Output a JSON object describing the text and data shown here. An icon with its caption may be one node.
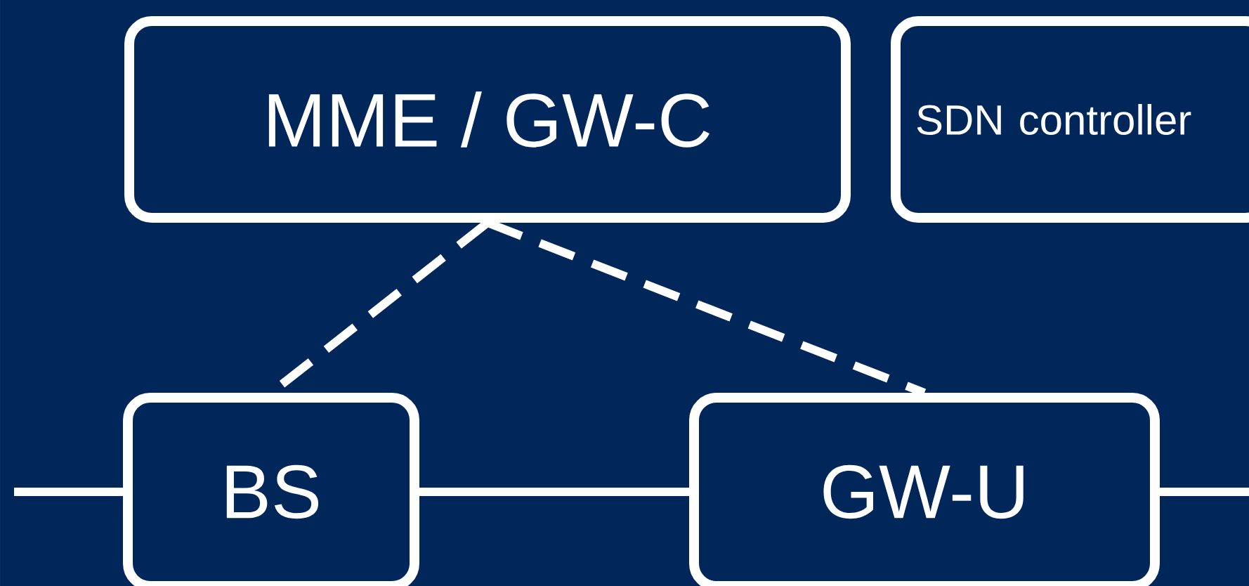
{
  "diagram": {
    "nodes": [
      {
        "text": [
          "MME / GW-C"
        ]
      },
      {
        "text": [
          "SDN controller"
        ]
      },
      {
        "text": [
          "BS"
        ]
      },
      {
        "text": [
          "GW-U"
        ]
      }
    ],
    "edges": [
      {
        "from": 0,
        "to": 2,
        "arrow": "none",
        "style": "dashed"
      },
      {
        "from": 0,
        "to": 3,
        "arrow": "none",
        "style": "dashed"
      },
      {
        "from": null,
        "to": 2,
        "arrow": "none"
      },
      {
        "from": 2,
        "to": 3,
        "arrow": "none"
      },
      {
        "from": 3,
        "to": null,
        "arrow": "none"
      }
    ]
  }
}
